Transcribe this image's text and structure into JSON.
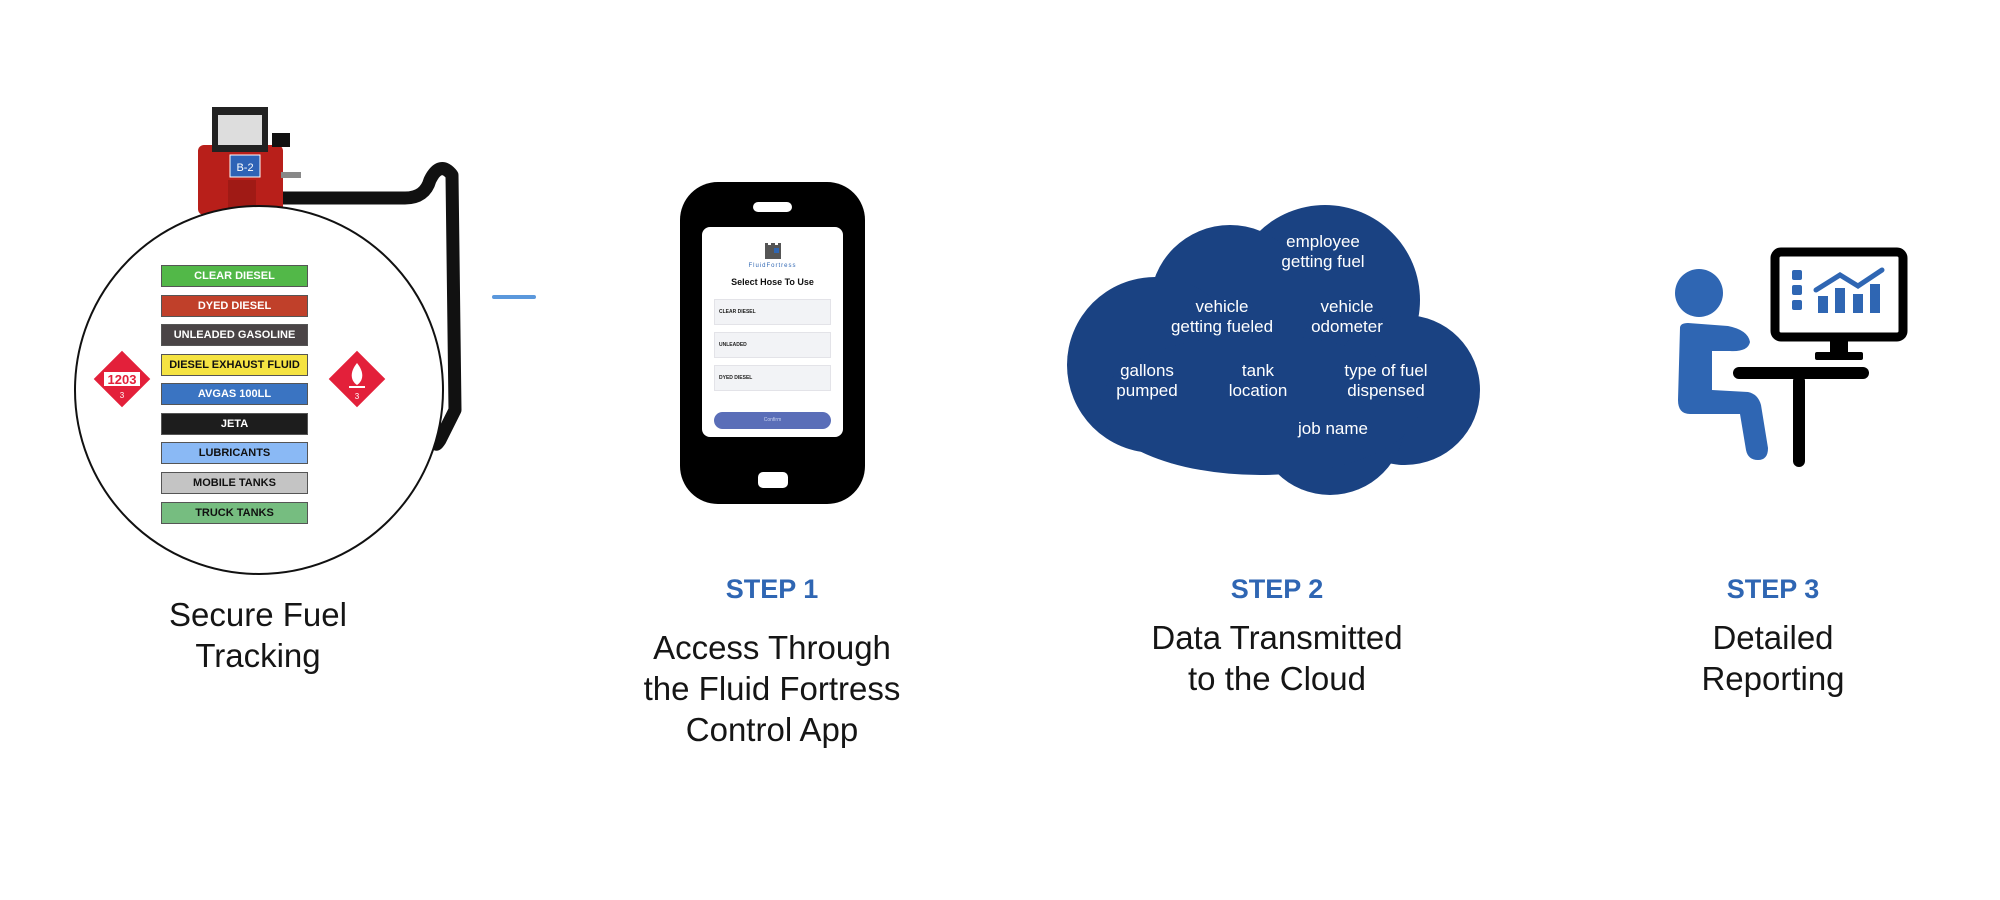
{
  "intro": {
    "caption_line1": "Secure Fuel",
    "caption_line2": "Tracking",
    "pump_label": "B-2",
    "fuel_types": [
      {
        "label": "CLEAR DIESEL",
        "bg": "#52b848",
        "fg": "#ffffff"
      },
      {
        "label": "DYED DIESEL",
        "bg": "#c0402a",
        "fg": "#ffffff"
      },
      {
        "label": "UNLEADED GASOLINE",
        "bg": "#4a4446",
        "fg": "#ffffff"
      },
      {
        "label": "DIESEL EXHAUST FLUID",
        "bg": "#f5e342",
        "fg": "#111111"
      },
      {
        "label": "AVGAS 100LL",
        "bg": "#3a74c2",
        "fg": "#ffffff"
      },
      {
        "label": "JETA",
        "bg": "#1d1d1d",
        "fg": "#ffffff"
      },
      {
        "label": "LUBRICANTS",
        "bg": "#8ab9f5",
        "fg": "#111111"
      },
      {
        "label": "MOBILE TANKS",
        "bg": "#c4c4c4",
        "fg": "#111111"
      },
      {
        "label": "TRUCK TANKS",
        "bg": "#76bd80",
        "fg": "#111111"
      }
    ],
    "hazard_left": {
      "number": "1203",
      "class": "3"
    },
    "hazard_right": {
      "class": "3"
    }
  },
  "step1": {
    "label": "STEP 1",
    "lines": [
      "Access Through",
      "the Fluid Fortress",
      "Control App"
    ],
    "app": {
      "brand": "FluidFortress",
      "title": "Select Hose To Use",
      "hoses": [
        "CLEAR DIESEL",
        "UNLEADED",
        "DYED DIESEL"
      ],
      "confirm": "Confirm"
    }
  },
  "step2": {
    "label": "STEP 2",
    "lines": [
      "Data Transmitted",
      "to the Cloud"
    ],
    "cloud_items": [
      [
        "employee",
        "getting fuel"
      ],
      [
        "vehicle",
        "getting fueled"
      ],
      [
        "vehicle",
        "odometer"
      ],
      [
        "gallons",
        "pumped"
      ],
      [
        "tank",
        "location"
      ],
      [
        "type of fuel",
        "dispensed"
      ],
      [
        "job name"
      ]
    ]
  },
  "step3": {
    "label": "STEP 3",
    "lines": [
      "Detailed",
      "Reporting"
    ]
  },
  "colors": {
    "accent": "#2f66b3",
    "cloud": "#1a4282",
    "pump": "#b81f1a"
  }
}
